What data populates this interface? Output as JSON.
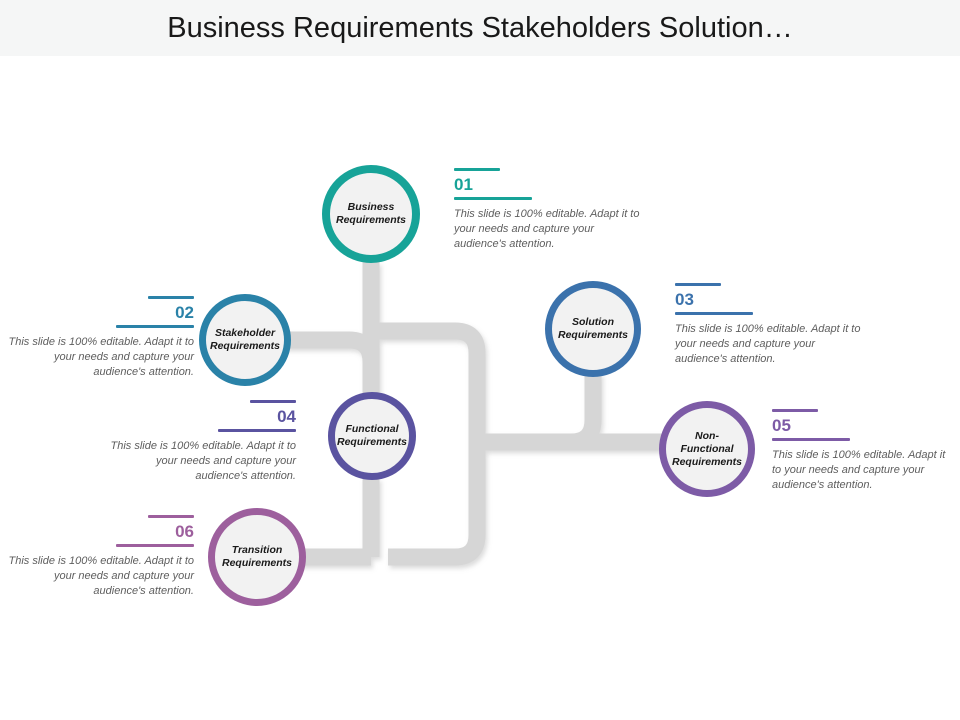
{
  "header": {
    "title": "Business Requirements Stakeholders Solution…"
  },
  "palette": {
    "teal": "#17a398",
    "blue_teal": "#2a82a8",
    "blue": "#3b72ac",
    "indigo": "#5a53a0",
    "purple": "#7d5ba6",
    "orchid": "#9d5f9d",
    "connector_gray": "#d6d6d6",
    "node_fill": "#f2f2f2",
    "body_text": "#5e5e5e",
    "title_text": "#191919",
    "header_band": "#f5f6f6"
  },
  "body_text_default": "This slide is 100% editable. Adapt it to your needs and capture your audience's attention.",
  "nodes": [
    {
      "id": "business",
      "label": "Business\nRequirements",
      "label_line1": "Business",
      "label_line2": "Requirements",
      "color_key": "teal"
    },
    {
      "id": "stakeholder",
      "label": "Stakeholder\nRequirements",
      "label_line1": "Stakeholder",
      "label_line2": "Requirements",
      "color_key": "blue_teal"
    },
    {
      "id": "solution",
      "label": "Solution\nRequirements",
      "label_line1": "Solution",
      "label_line2": "Requirements",
      "color_key": "blue"
    },
    {
      "id": "functional",
      "label": "Functional\nRequirements",
      "label_line1": "Functional",
      "label_line2": "Requirements",
      "color_key": "indigo"
    },
    {
      "id": "nonfunctional",
      "label": "Non-\nFunctional\nRequirements",
      "label_line1": "Non-",
      "label_line2": "Functional",
      "label_line3": "Requirements",
      "color_key": "purple"
    },
    {
      "id": "transition",
      "label": "Transition\nRequirements",
      "label_line1": "Transition",
      "label_line2": "Requirements",
      "color_key": "orchid"
    }
  ],
  "blocks": [
    {
      "number": "01",
      "text": "This slide is 100% editable. Adapt it to your needs and capture your audience's attention.",
      "align": "left",
      "color": "#17a398"
    },
    {
      "number": "02",
      "text": "This slide is 100% editable. Adapt it to your needs and capture your audience's attention.",
      "align": "right",
      "color": "#2a82a8"
    },
    {
      "number": "03",
      "text": "This slide is 100% editable. Adapt it to your needs and capture your audience's attention.",
      "align": "left",
      "color": "#3b72ac"
    },
    {
      "number": "04",
      "text": "This slide is 100% editable. Adapt it to your needs and capture your audience's attention.",
      "align": "right",
      "color": "#5a53a0"
    },
    {
      "number": "05",
      "text": "This slide is 100% editable. Adapt it to your needs and capture your audience's attention.",
      "align": "left",
      "color": "#7d5ba6"
    },
    {
      "number": "06",
      "text": "This slide is 100% editable. Adapt it to your needs and capture your audience's attention.",
      "align": "right",
      "color": "#9d5f9d"
    }
  ]
}
